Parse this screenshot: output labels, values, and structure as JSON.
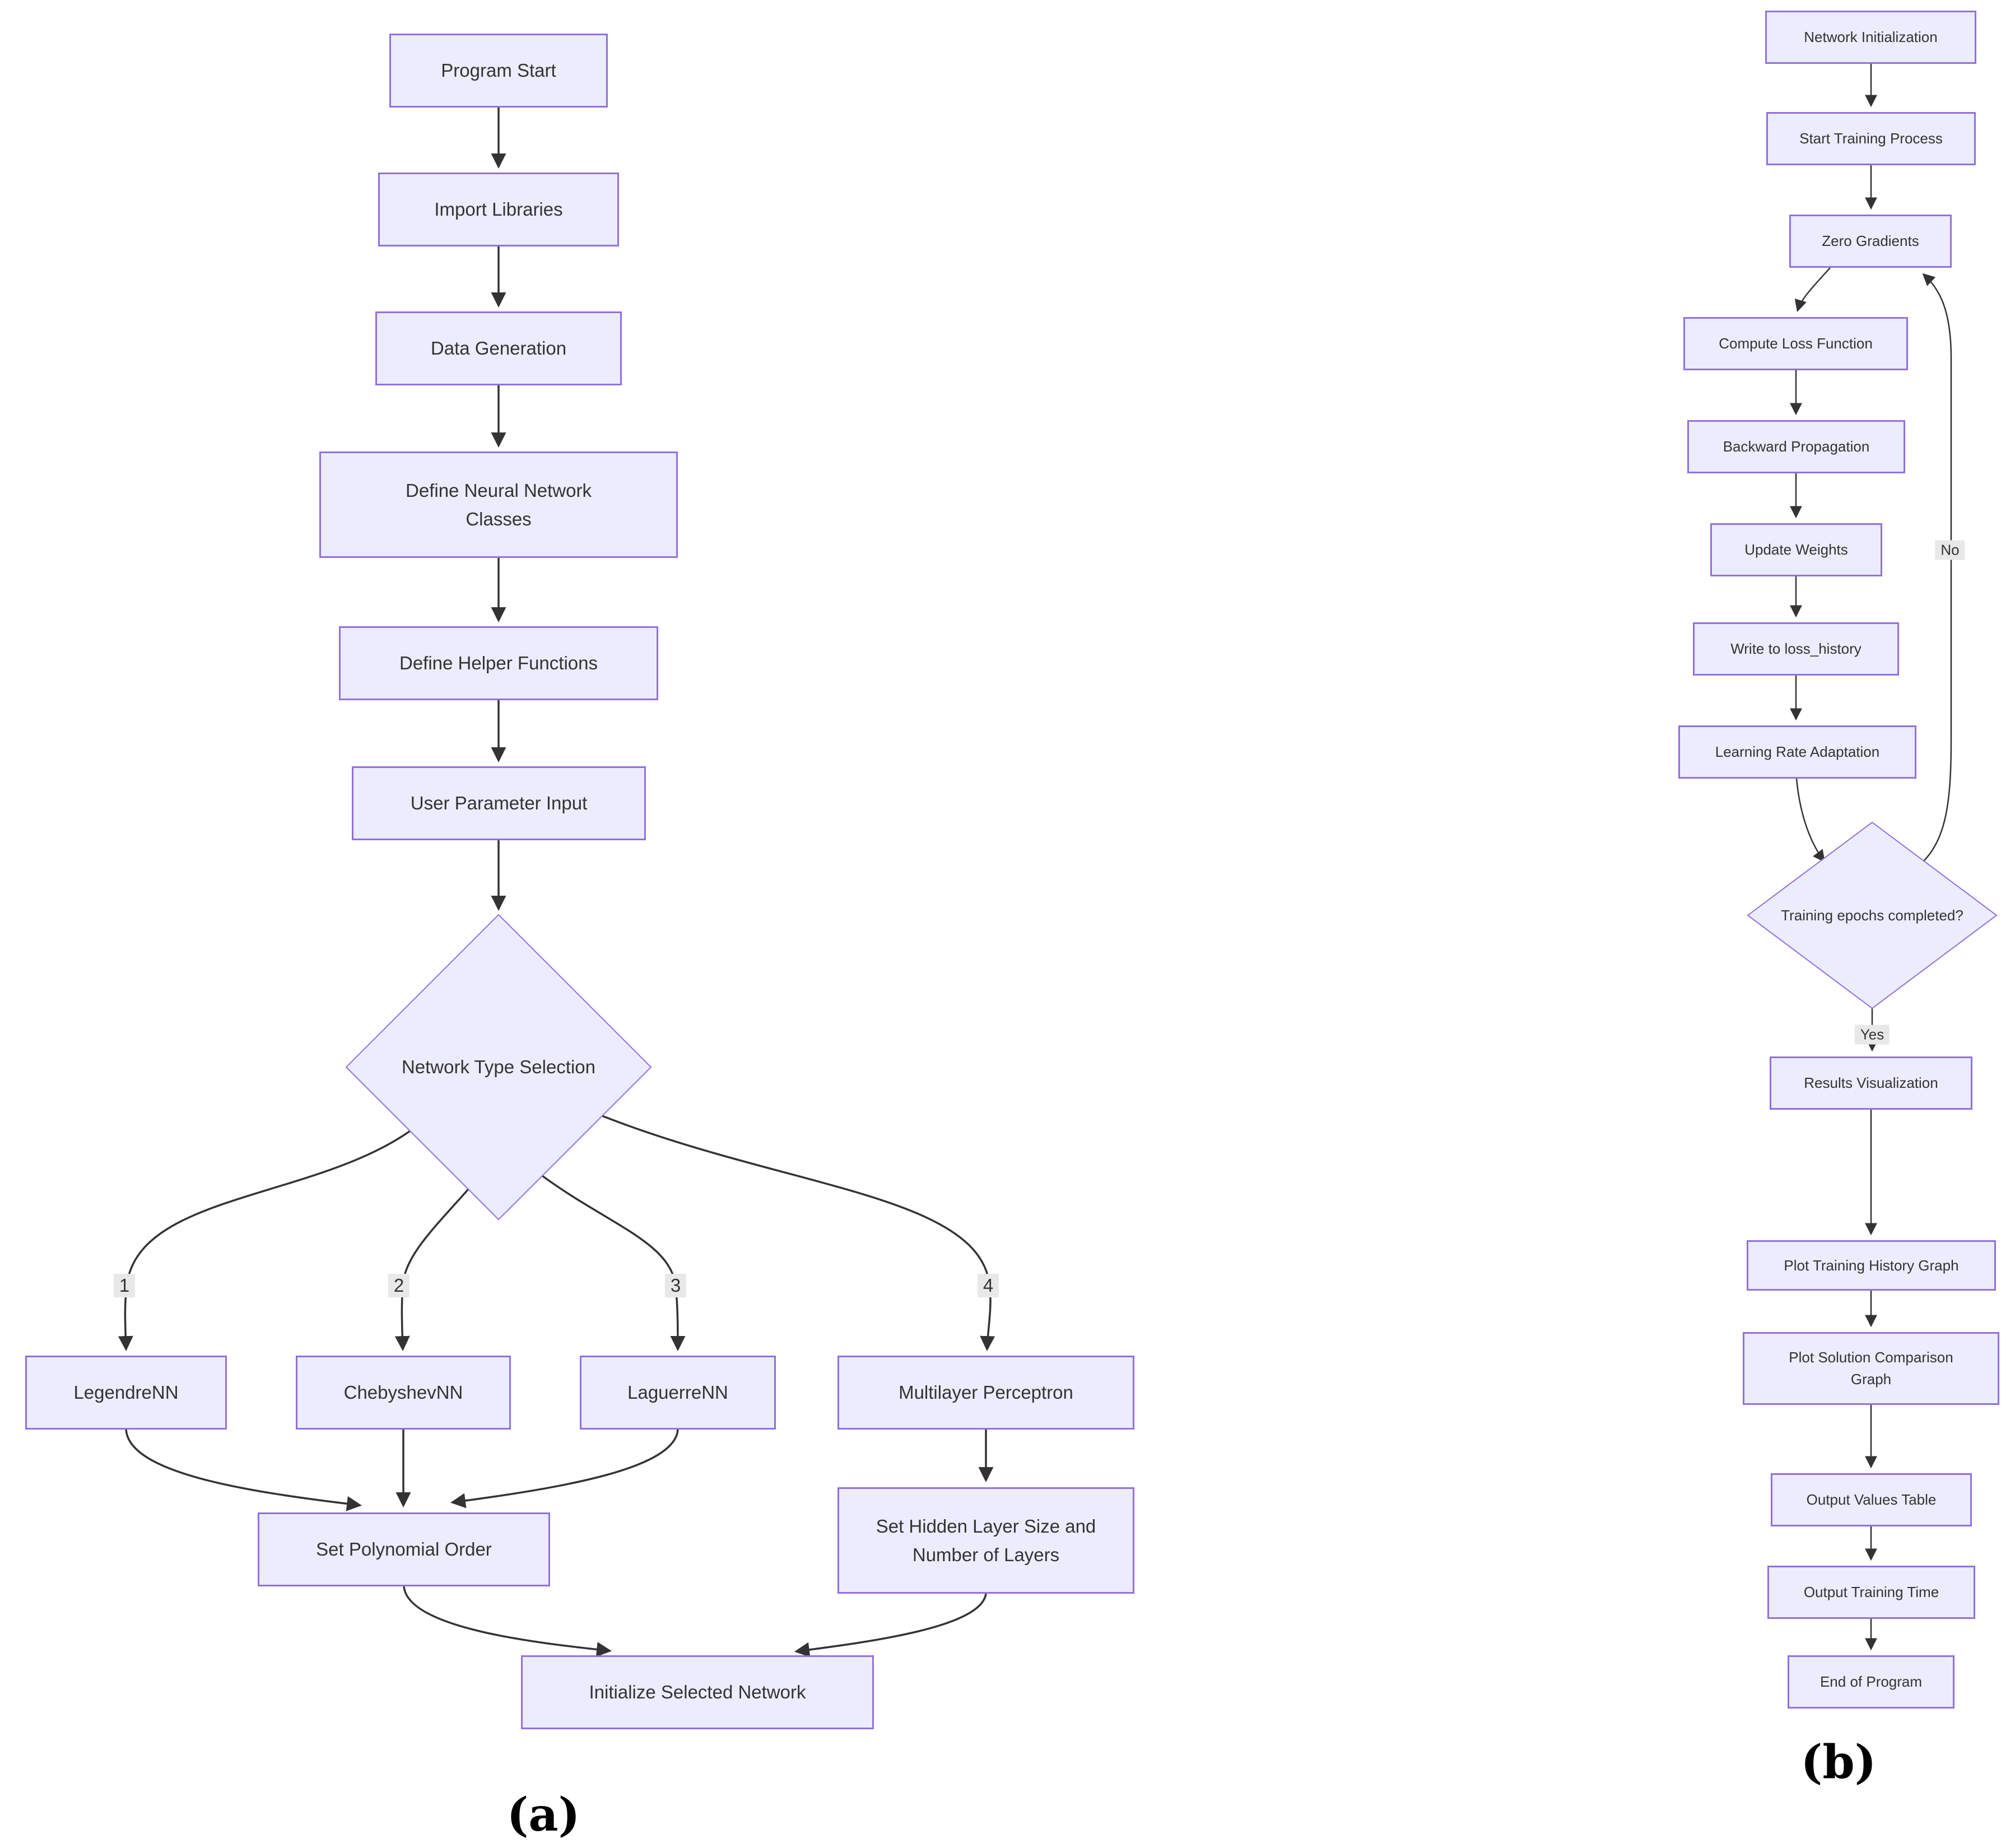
{
  "figure": {
    "type": "flowchart-pair",
    "colors": {
      "node_fill": "#ECECFF",
      "node_border": "#9370DB",
      "arrow": "#333333",
      "edge_label_bg": "#e8e8e8",
      "text": "#333333"
    }
  },
  "flowchart_a": {
    "caption": "(a)",
    "nodes": [
      {
        "id": "program-start",
        "label": "Program Start",
        "shape": "rect"
      },
      {
        "id": "import-libraries",
        "label": "Import Libraries",
        "shape": "rect"
      },
      {
        "id": "data-generation",
        "label": "Data Generation",
        "shape": "rect"
      },
      {
        "id": "define-nn-classes",
        "label": "Define Neural Network Classes",
        "shape": "rect"
      },
      {
        "id": "define-helper-functions",
        "label": "Define Helper Functions",
        "shape": "rect"
      },
      {
        "id": "user-parameter-input",
        "label": "User Parameter Input",
        "shape": "rect"
      },
      {
        "id": "network-type-selection",
        "label": "Network Type Selection",
        "shape": "diamond"
      },
      {
        "id": "legendre-nn",
        "label": "LegendreNN",
        "shape": "rect"
      },
      {
        "id": "chebyshev-nn",
        "label": "ChebyshevNN",
        "shape": "rect"
      },
      {
        "id": "laguerre-nn",
        "label": "LaguerreNN",
        "shape": "rect"
      },
      {
        "id": "multilayer-perceptron",
        "label": "Multilayer Perceptron",
        "shape": "rect"
      },
      {
        "id": "set-polynomial-order",
        "label": "Set Polynomial Order",
        "shape": "rect"
      },
      {
        "id": "set-hidden-layer",
        "label": "Set Hidden Layer Size and Number of Layers",
        "shape": "rect"
      },
      {
        "id": "initialize-network",
        "label": "Initialize Selected Network",
        "shape": "rect"
      }
    ],
    "edges": [
      {
        "from": "program-start",
        "to": "import-libraries",
        "label": ""
      },
      {
        "from": "import-libraries",
        "to": "data-generation",
        "label": ""
      },
      {
        "from": "data-generation",
        "to": "define-nn-classes",
        "label": ""
      },
      {
        "from": "define-nn-classes",
        "to": "define-helper-functions",
        "label": ""
      },
      {
        "from": "define-helper-functions",
        "to": "user-parameter-input",
        "label": ""
      },
      {
        "from": "user-parameter-input",
        "to": "network-type-selection",
        "label": ""
      },
      {
        "from": "network-type-selection",
        "to": "legendre-nn",
        "label": "1"
      },
      {
        "from": "network-type-selection",
        "to": "chebyshev-nn",
        "label": "2"
      },
      {
        "from": "network-type-selection",
        "to": "laguerre-nn",
        "label": "3"
      },
      {
        "from": "network-type-selection",
        "to": "multilayer-perceptron",
        "label": "4"
      },
      {
        "from": "legendre-nn",
        "to": "set-polynomial-order",
        "label": ""
      },
      {
        "from": "chebyshev-nn",
        "to": "set-polynomial-order",
        "label": ""
      },
      {
        "from": "laguerre-nn",
        "to": "set-polynomial-order",
        "label": ""
      },
      {
        "from": "multilayer-perceptron",
        "to": "set-hidden-layer",
        "label": ""
      },
      {
        "from": "set-polynomial-order",
        "to": "initialize-network",
        "label": ""
      },
      {
        "from": "set-hidden-layer",
        "to": "initialize-network",
        "label": ""
      }
    ]
  },
  "flowchart_b": {
    "caption": "(b)",
    "nodes": [
      {
        "id": "network-initialization",
        "label": "Network Initialization",
        "shape": "rect"
      },
      {
        "id": "start-training-process",
        "label": "Start Training Process",
        "shape": "rect"
      },
      {
        "id": "zero-gradients",
        "label": "Zero Gradients",
        "shape": "rect"
      },
      {
        "id": "compute-loss-function",
        "label": "Compute Loss Function",
        "shape": "rect"
      },
      {
        "id": "backward-propagation",
        "label": "Backward Propagation",
        "shape": "rect"
      },
      {
        "id": "update-weights",
        "label": "Update Weights",
        "shape": "rect"
      },
      {
        "id": "write-loss-history",
        "label": "Write to loss_history",
        "shape": "rect"
      },
      {
        "id": "learning-rate-adaptation",
        "label": "Learning Rate Adaptation",
        "shape": "rect"
      },
      {
        "id": "training-epochs-completed",
        "label": "Training epochs completed?",
        "shape": "diamond"
      },
      {
        "id": "results-visualization",
        "label": "Results Visualization",
        "shape": "rect"
      },
      {
        "id": "plot-training-history",
        "label": "Plot Training History Graph",
        "shape": "rect"
      },
      {
        "id": "plot-solution-comparison",
        "label": "Plot Solution Comparison Graph",
        "shape": "rect"
      },
      {
        "id": "output-values-table",
        "label": "Output Values Table",
        "shape": "rect"
      },
      {
        "id": "output-training-time",
        "label": "Output Training Time",
        "shape": "rect"
      },
      {
        "id": "end-of-program",
        "label": "End of Program",
        "shape": "rect"
      }
    ],
    "edges": [
      {
        "from": "network-initialization",
        "to": "start-training-process",
        "label": ""
      },
      {
        "from": "start-training-process",
        "to": "zero-gradients",
        "label": ""
      },
      {
        "from": "zero-gradients",
        "to": "compute-loss-function",
        "label": ""
      },
      {
        "from": "compute-loss-function",
        "to": "backward-propagation",
        "label": ""
      },
      {
        "from": "backward-propagation",
        "to": "update-weights",
        "label": ""
      },
      {
        "from": "update-weights",
        "to": "write-loss-history",
        "label": ""
      },
      {
        "from": "write-loss-history",
        "to": "learning-rate-adaptation",
        "label": ""
      },
      {
        "from": "learning-rate-adaptation",
        "to": "training-epochs-completed",
        "label": ""
      },
      {
        "from": "training-epochs-completed",
        "to": "zero-gradients",
        "label": "No"
      },
      {
        "from": "training-epochs-completed",
        "to": "results-visualization",
        "label": "Yes"
      },
      {
        "from": "results-visualization",
        "to": "plot-training-history",
        "label": ""
      },
      {
        "from": "plot-training-history",
        "to": "plot-solution-comparison",
        "label": ""
      },
      {
        "from": "plot-solution-comparison",
        "to": "output-values-table",
        "label": ""
      },
      {
        "from": "output-values-table",
        "to": "output-training-time",
        "label": ""
      },
      {
        "from": "output-training-time",
        "to": "end-of-program",
        "label": ""
      }
    ]
  }
}
